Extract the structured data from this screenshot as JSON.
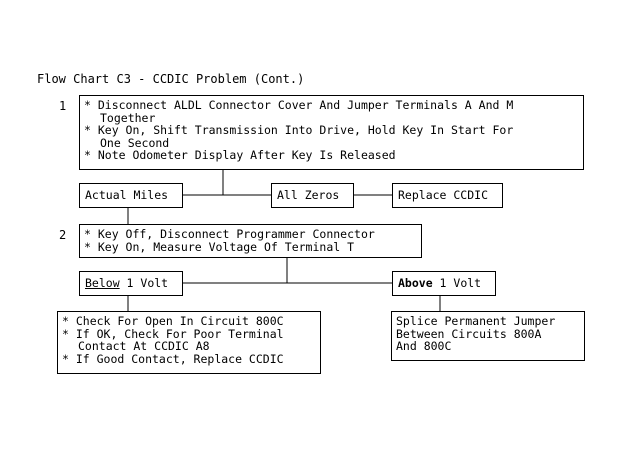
{
  "title": "Flow Chart C3 - CCDIC Problem (Cont.)",
  "steps": [
    {
      "number": "1",
      "lines": [
        "* Disconnect ALDL Connector Cover And Jumper Terminals A And M",
        "Together",
        "* Key On, Shift Transmission Into Drive, Hold Key In Start For",
        "One Second",
        "* Note Odometer Display After Key Is Released"
      ]
    },
    {
      "number": "2",
      "lines": [
        "* Key Off, Disconnect Programmer Connector",
        "* Key On, Measure Voltage Of Terminal T"
      ]
    }
  ],
  "results1": {
    "actual_miles": "Actual Miles",
    "all_zeros": "All Zeros",
    "replace_ccdic": "Replace CCDIC"
  },
  "results2": {
    "below_word": "Below",
    "below_rest": " 1 Volt",
    "above_word": "Above",
    "above_rest": " 1 Volt"
  },
  "action_below": {
    "lines": [
      "* Check For Open In Circuit 800C",
      "* If OK, Check For Poor Terminal",
      "Contact At CCDIC A8",
      "* If Good Contact, Replace CCDIC"
    ]
  },
  "action_above": {
    "lines": [
      "Splice Permanent Jumper",
      "Between Circuits 800A",
      "And 800C"
    ]
  }
}
